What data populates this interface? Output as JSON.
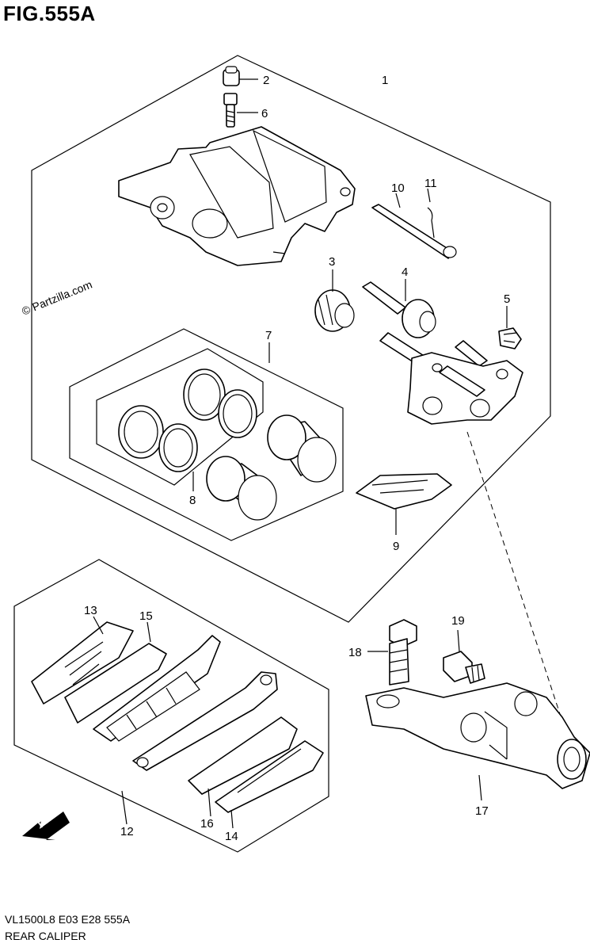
{
  "figure": {
    "title": "FIG.555A",
    "code": "VL1500L8  E03  E28  555A",
    "name": "REAR CALIPER",
    "watermark": "© Partzilla.com",
    "fwd_label": "FWD"
  },
  "callouts": [
    {
      "id": "c1",
      "label": "1"
    },
    {
      "id": "c2",
      "label": "2"
    },
    {
      "id": "c3",
      "label": "3"
    },
    {
      "id": "c4",
      "label": "4"
    },
    {
      "id": "c5",
      "label": "5"
    },
    {
      "id": "c6",
      "label": "6"
    },
    {
      "id": "c7",
      "label": "7"
    },
    {
      "id": "c8",
      "label": "8"
    },
    {
      "id": "c9",
      "label": "9"
    },
    {
      "id": "c10",
      "label": "10"
    },
    {
      "id": "c11",
      "label": "11"
    },
    {
      "id": "c12",
      "label": "12"
    },
    {
      "id": "c13",
      "label": "13"
    },
    {
      "id": "c14",
      "label": "14"
    },
    {
      "id": "c15",
      "label": "15"
    },
    {
      "id": "c16",
      "label": "16"
    },
    {
      "id": "c17",
      "label": "17"
    },
    {
      "id": "c18",
      "label": "18"
    },
    {
      "id": "c19",
      "label": "19"
    }
  ]
}
